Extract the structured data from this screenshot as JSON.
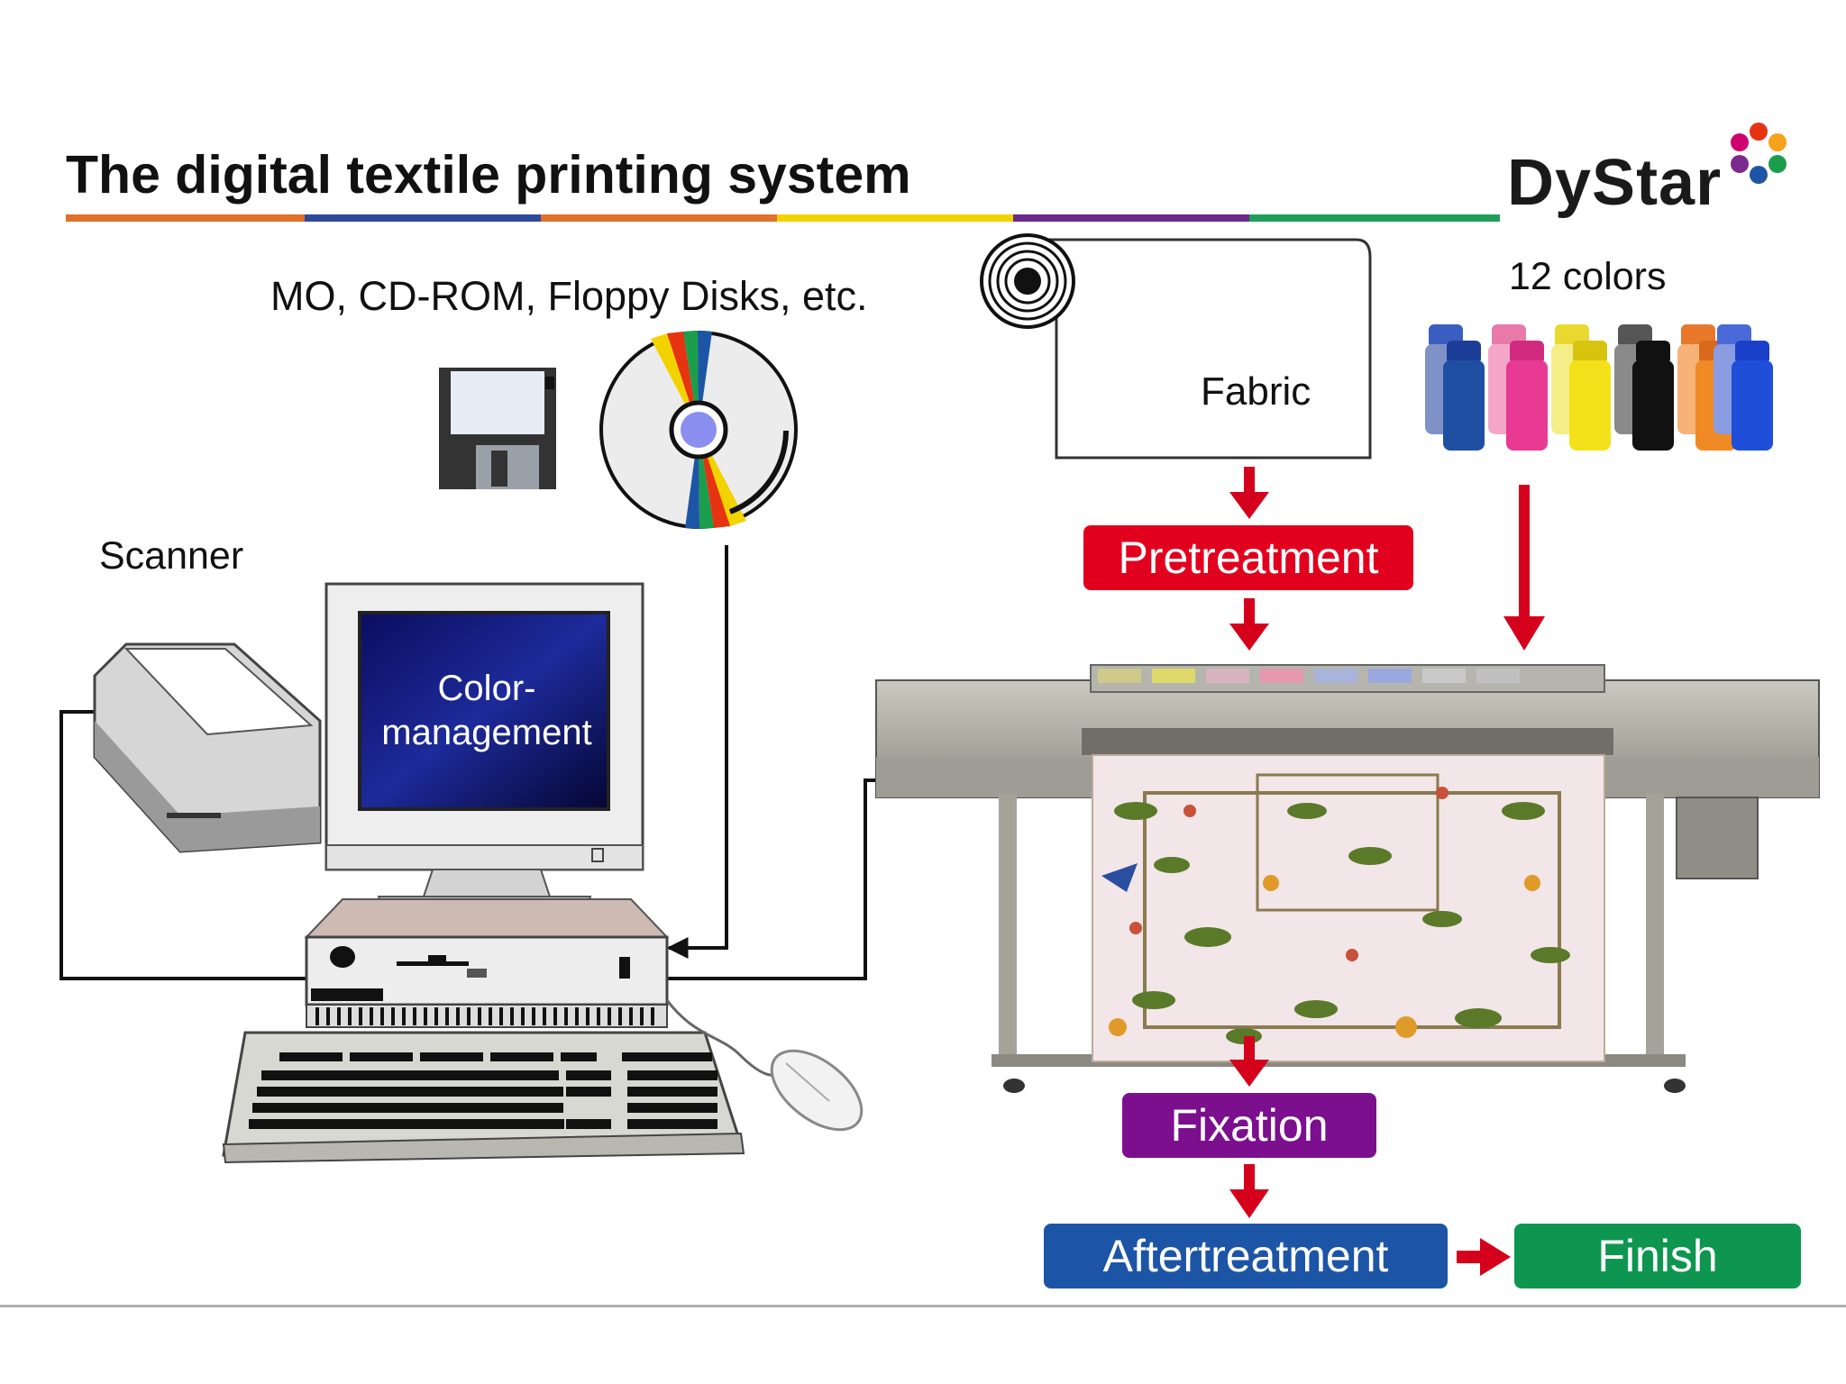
{
  "title": "The digital textile printing system",
  "logo": {
    "text": "DyStar",
    "petal_colors": [
      "#e63312",
      "#f7a21b",
      "#1b9e4b",
      "#1d55a6",
      "#7b2a8e",
      "#d0006f"
    ]
  },
  "title_rule_colors": [
    "#e0702a",
    "#2f4a9a",
    "#e0702a",
    "#f2d300",
    "#6a2a8a",
    "#1f9e5a"
  ],
  "labels": {
    "media": "MO, CD-ROM, Floppy Disks, etc.",
    "colors": "12 colors",
    "scanner": "Scanner",
    "fabric": "Fabric",
    "monitor": "Color-management"
  },
  "steps": {
    "pretreatment": {
      "label": "Pretreatment",
      "color": "#e1001e"
    },
    "fixation": {
      "label": "Fixation",
      "color": "#7b0f8e"
    },
    "aftertreatment": {
      "label": "Aftertreatment",
      "color": "#1d55a6"
    },
    "finish": {
      "label": "Finish",
      "color": "#0e9650"
    }
  },
  "ink_bottle_colors": [
    "#1f4fa3",
    "#e93a93",
    "#f3e21a",
    "#111111",
    "#f08a24",
    "#1f4fd8"
  ],
  "arrow_color": "#d4001c",
  "icons": [
    "floppy-disk-icon",
    "cd-rom-icon",
    "fabric-roll-icon",
    "ink-bottles-icon",
    "scanner-icon",
    "monitor-icon",
    "computer-tower-icon",
    "keyboard-icon",
    "mouse-icon",
    "printer-icon"
  ]
}
